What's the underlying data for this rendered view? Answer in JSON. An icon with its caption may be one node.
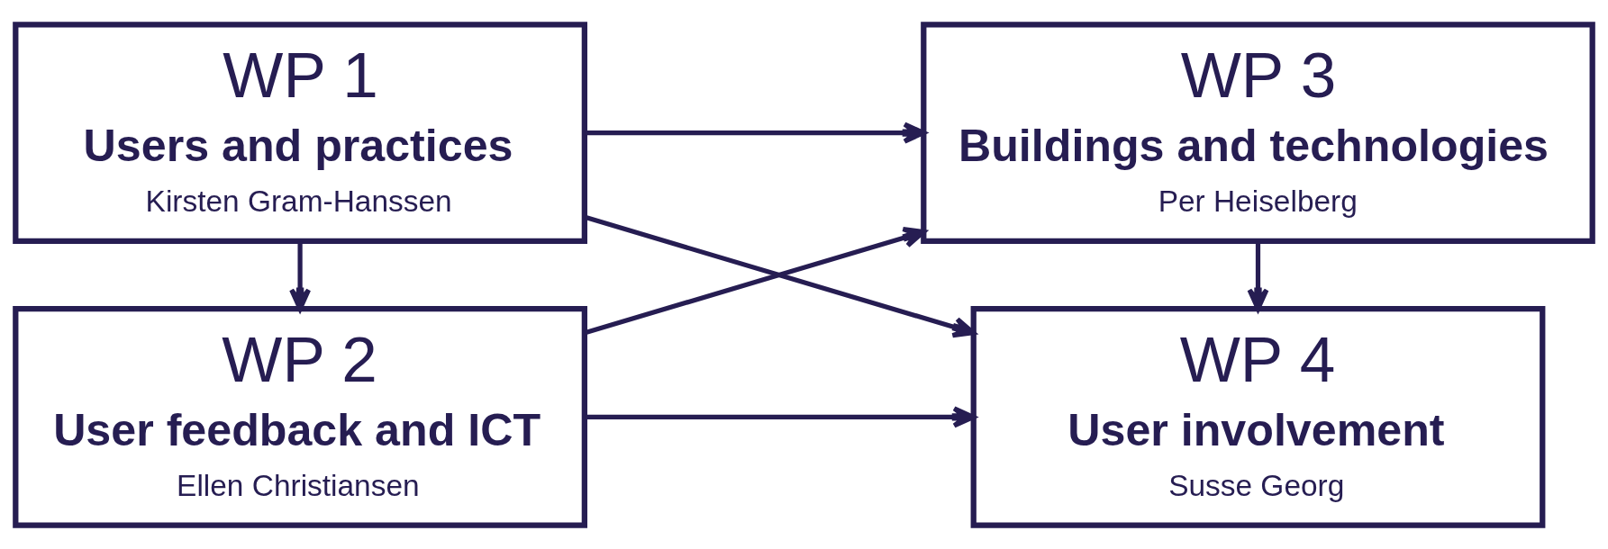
{
  "diagram": {
    "nodes": [
      {
        "text": [
          "WP 1",
          "Users and practices",
          "Kirsten Gram-Hanssen"
        ]
      },
      {
        "text": [
          "WP 4",
          "User involvement",
          "Susse Georg"
        ]
      },
      {
        "text": [
          "WP 2",
          "User feedback and ICT",
          "Ellen Christiansen"
        ]
      },
      {
        "text": [
          "WP 3",
          "Buildings and technologies",
          "Per Heiselberg"
        ]
      }
    ],
    "edges": [
      {
        "from": 0,
        "to": 1,
        "arrow": "to"
      },
      {
        "from": 0,
        "to": 2,
        "arrow": "to"
      },
      {
        "from": 0,
        "to": 3,
        "arrow": "to"
      },
      {
        "from": 2,
        "to": 1,
        "arrow": "to"
      },
      {
        "from": 2,
        "to": 3,
        "arrow": "to"
      },
      {
        "from": 3,
        "to": 1,
        "arrow": "to"
      }
    ]
  }
}
